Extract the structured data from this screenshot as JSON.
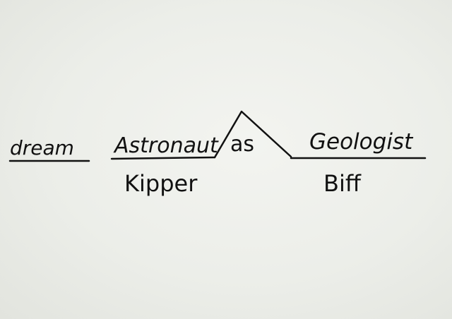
{
  "diagram": {
    "words": {
      "verb": "dream",
      "first_complement": "Astronaut",
      "conjunction": "as",
      "second_complement": "Geologist",
      "first_subject": "Kipper",
      "second_subject": "Biff"
    },
    "colors": {
      "ink": "#111111",
      "board": "#eceee9"
    }
  }
}
